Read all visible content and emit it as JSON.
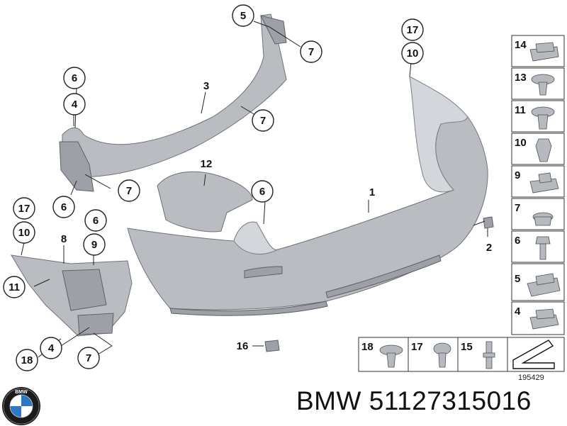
{
  "diagram": {
    "reference_number": "195429",
    "part_caption": "BMW 51127315016",
    "logo": "bmw-roundel-icon",
    "logo_text": "BMW",
    "callouts": [
      {
        "id": "c5-top",
        "label": "5"
      },
      {
        "id": "c7-top",
        "label": "7"
      },
      {
        "id": "c3",
        "label": "3"
      },
      {
        "id": "c7-mid",
        "label": "7"
      },
      {
        "id": "c6-left-top",
        "label": "6"
      },
      {
        "id": "c4-left-top",
        "label": "4"
      },
      {
        "id": "c7-left",
        "label": "7"
      },
      {
        "id": "c6-left",
        "label": "6"
      },
      {
        "id": "c17-right",
        "label": "17"
      },
      {
        "id": "c10-right",
        "label": "10"
      },
      {
        "id": "c12",
        "label": "12"
      },
      {
        "id": "c6-center",
        "label": "6"
      },
      {
        "id": "c17-left",
        "label": "17"
      },
      {
        "id": "c10-left",
        "label": "10"
      },
      {
        "id": "c6-bracket",
        "label": "6"
      },
      {
        "id": "c9",
        "label": "9"
      },
      {
        "id": "c11-left",
        "label": "11"
      },
      {
        "id": "c4-bottom",
        "label": "4"
      },
      {
        "id": "c18-left",
        "label": "18"
      },
      {
        "id": "c7-bottom",
        "label": "7"
      }
    ],
    "plain_labels": [
      {
        "id": "l8",
        "label": "8"
      },
      {
        "id": "l1",
        "label": "1"
      },
      {
        "id": "l2",
        "label": "2"
      },
      {
        "id": "l16",
        "label": "16"
      }
    ],
    "legend_right": [
      {
        "label": "14",
        "icon": "spring-nut-icon"
      },
      {
        "label": "13",
        "icon": "expanding-rivet-icon"
      },
      {
        "label": "11",
        "icon": "expanding-rivet-icon"
      },
      {
        "label": "10",
        "icon": "clip-nut-icon"
      },
      {
        "label": "9",
        "icon": "spring-nut-icon"
      },
      {
        "label": "7",
        "icon": "hex-nut-icon"
      },
      {
        "label": "6",
        "icon": "hex-bolt-icon"
      },
      {
        "label": "5",
        "icon": "sheet-clip-icon"
      },
      {
        "label": "4",
        "icon": "spring-nut-icon"
      }
    ],
    "legend_bottom": [
      {
        "label": "18",
        "icon": "expanding-rivet-icon"
      },
      {
        "label": "17",
        "icon": "oval-head-screw-icon"
      },
      {
        "label": "15",
        "icon": "stud-bolt-icon"
      }
    ],
    "corner_icon": "arrow-icon"
  }
}
